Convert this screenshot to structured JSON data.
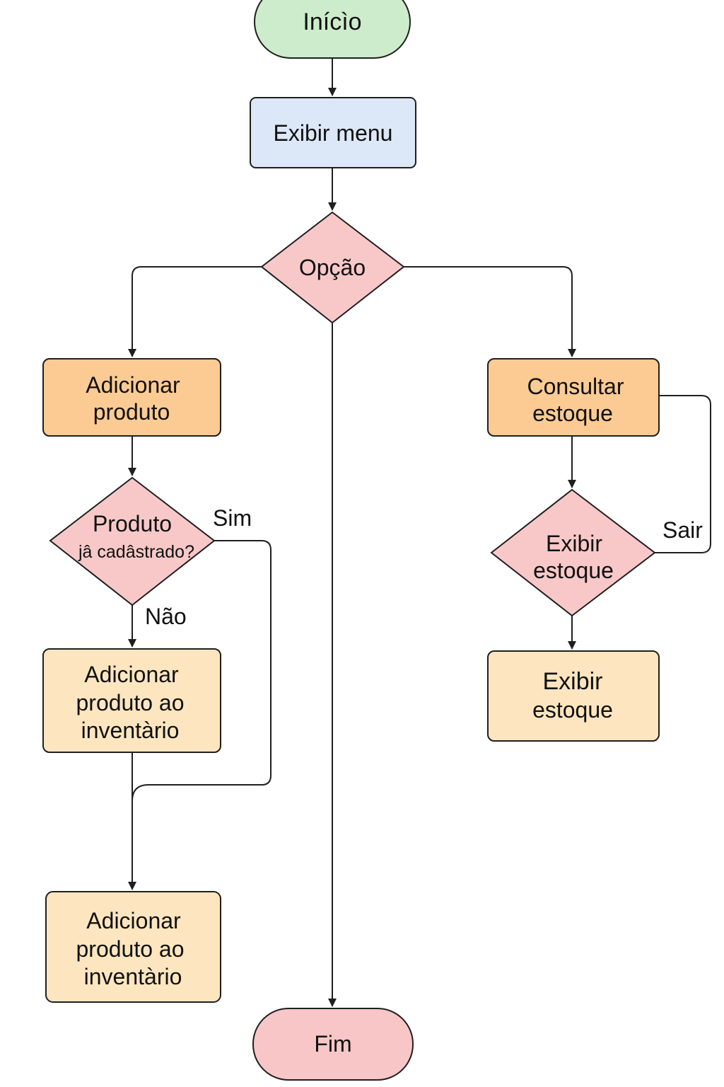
{
  "colors": {
    "terminal_start": "#cdeccb",
    "process_menu": "#dce8f7",
    "decision": "#f8c8c8",
    "action_orange": "#fccb93",
    "action_light": "#fde6bf",
    "terminal_end": "#f8c6c6",
    "stroke": "#1f1f1f"
  },
  "nodes": {
    "inicio": {
      "label": "Inícìo"
    },
    "exibir_menu": {
      "label": "Exibir menu"
    },
    "opcao": {
      "label": "Opção"
    },
    "adicionar_produto": {
      "lines": [
        "Adicionar",
        "produto"
      ]
    },
    "produto_cadastrado": {
      "line1": "Produto",
      "line2": "jâ cadâstrado?"
    },
    "adicionar_inventario_1": {
      "lines": [
        "Adicionar",
        "produto ao",
        "inventàrio"
      ]
    },
    "adicionar_inventario_2": {
      "lines": [
        "Adicionar",
        "produto ao",
        "inventàrio"
      ]
    },
    "consultar_estoque": {
      "lines": [
        "Consultar",
        "estoque"
      ]
    },
    "exibir_estoque_decision": {
      "lines": [
        "Exibir",
        "estoque"
      ]
    },
    "exibir_estoque_box": {
      "lines": [
        "Exibir",
        "estoque"
      ]
    },
    "fim": {
      "label": "Fim"
    }
  },
  "edge_labels": {
    "sim": "Sim",
    "nao": "Não",
    "sair": "Sair"
  }
}
